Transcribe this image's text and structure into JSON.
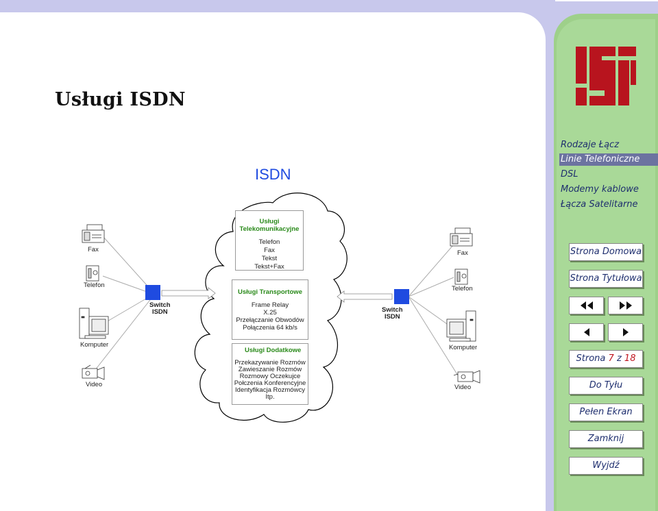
{
  "slide": {
    "title": "Usługi ISDN"
  },
  "diagram": {
    "heading": "ISDN",
    "left": {
      "fax": "Fax",
      "phone": "Telefon",
      "computer": "Komputer",
      "video": "Video",
      "switch": [
        "Switch",
        "ISDN"
      ]
    },
    "right": {
      "fax": "Fax",
      "phone": "Telefon",
      "computer": "Komputer",
      "video": "Video",
      "switch": [
        "Switch",
        "ISDN"
      ]
    },
    "boxes": [
      {
        "title": [
          "Usługi",
          "Telekomunikacyjne"
        ],
        "items": [
          "Telefon",
          "Fax",
          "Tekst",
          "Tekst+Fax"
        ]
      },
      {
        "title": [
          "Usługi Transportowe"
        ],
        "items": [
          "Frame Relay",
          "X.25",
          "Przełączanie Obwodów",
          "Połączenia 64 kb/s"
        ]
      },
      {
        "title": [
          "Usługi Dodatkowe"
        ],
        "items": [
          "Przekazywanie Rozmów",
          "Zawieszanie Rozmów",
          "Rozmowy Oczekujce",
          "Połczenia Konferencyjne",
          "Identyfikacja Rozmówcy",
          "Itp."
        ]
      }
    ]
  },
  "sidebar": {
    "nav": [
      "Rodzaje Łącz",
      "Linie Telefoniczne",
      "DSL",
      "Modemy kablowe",
      "Łącza Satelitarne"
    ],
    "buttons": {
      "home": "Strona Domowa",
      "titlepage": "Strona Tytułowa",
      "page_prefix": "Strona",
      "page_current": "7",
      "page_of": "z",
      "page_total": "18",
      "back": "Do Tyłu",
      "fullscreen": "Pełen Ekran",
      "close": "Zamknij",
      "quit": "Wyjdź"
    }
  },
  "colors": {
    "accent": "#1f4be0",
    "sidebar": "#a9d998",
    "logo": "#b8141e",
    "label_green": "#2a8a1a"
  }
}
